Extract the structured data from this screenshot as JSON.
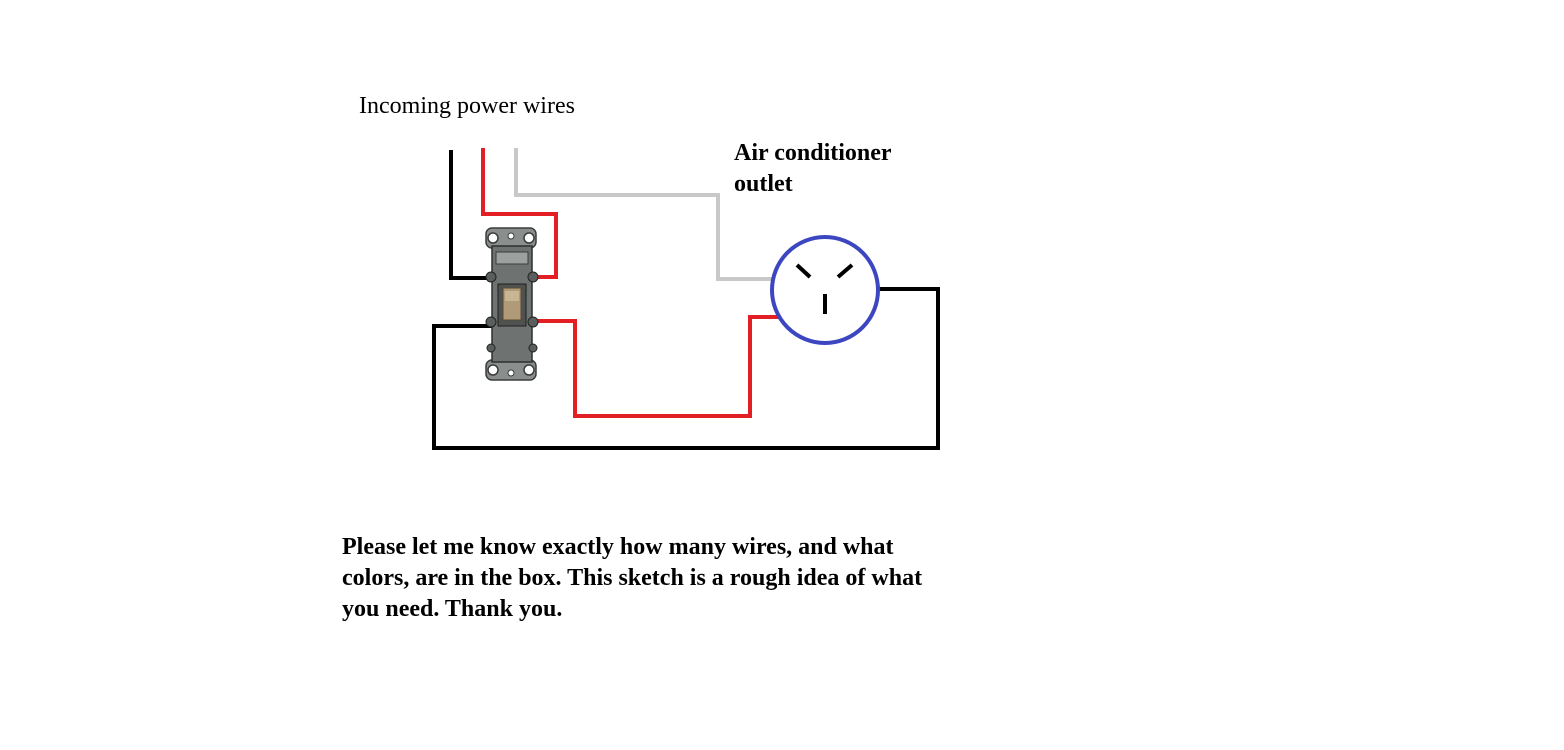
{
  "labels": {
    "incoming": "Incoming power wires",
    "outlet_line1": "Air conditioner",
    "outlet_line2": "outlet",
    "note_line1": "Please let me know exactly how many wires, and what",
    "note_line2": "colors, are in the box. This sketch is a rough idea of what",
    "note_line3": "you need. Thank you."
  },
  "colors": {
    "black_wire": "#000000",
    "red_wire": "#e31e24",
    "white_wire": "#c8c8c8",
    "outlet_ring": "#3c46c0",
    "switch_body": "#6e7270",
    "switch_toggle": "#b09a78"
  },
  "icons": {
    "switch": "toggle-switch-icon",
    "outlet": "three-prong-outlet-icon"
  }
}
